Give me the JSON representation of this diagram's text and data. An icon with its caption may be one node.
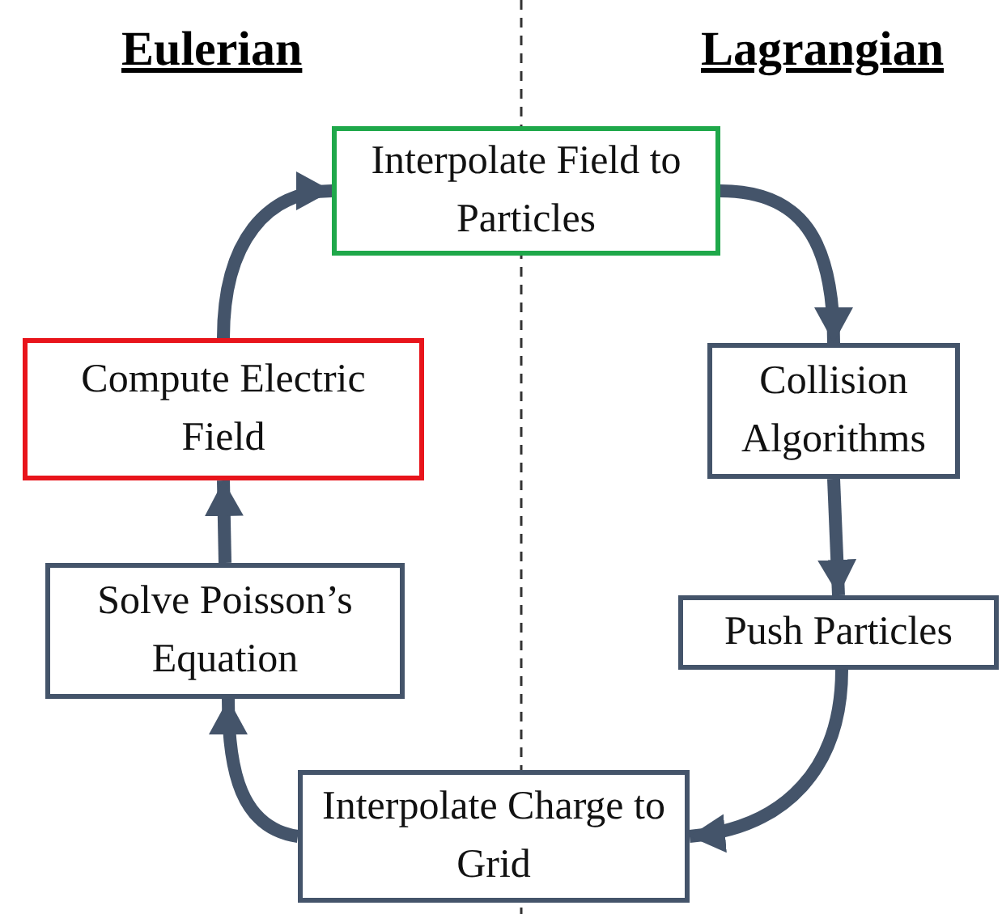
{
  "diagram": {
    "nodes": [
      {
        "text": [
          "Interpolate Field to Particles"
        ]
      },
      {
        "text": [
          "Collision Algorithms"
        ]
      },
      {
        "text": [
          "Push Particles"
        ]
      },
      {
        "text": [
          "Interpolate Charge to Grid"
        ]
      },
      {
        "text": [
          "Solve Poisson’s Equation"
        ]
      },
      {
        "text": [
          "Compute Electric Field"
        ]
      }
    ],
    "edges": [
      {
        "from": 0,
        "to": 1,
        "arrow": "to"
      },
      {
        "from": 1,
        "to": 2,
        "arrow": "to"
      },
      {
        "from": 2,
        "to": 3,
        "arrow": "to"
      },
      {
        "from": 3,
        "to": 4,
        "arrow": "to"
      },
      {
        "from": 4,
        "to": 5,
        "arrow": "to"
      },
      {
        "from": 5,
        "to": 0,
        "arrow": "to"
      }
    ],
    "labels": [
      "Eulerian",
      "Lagrangian"
    ]
  }
}
